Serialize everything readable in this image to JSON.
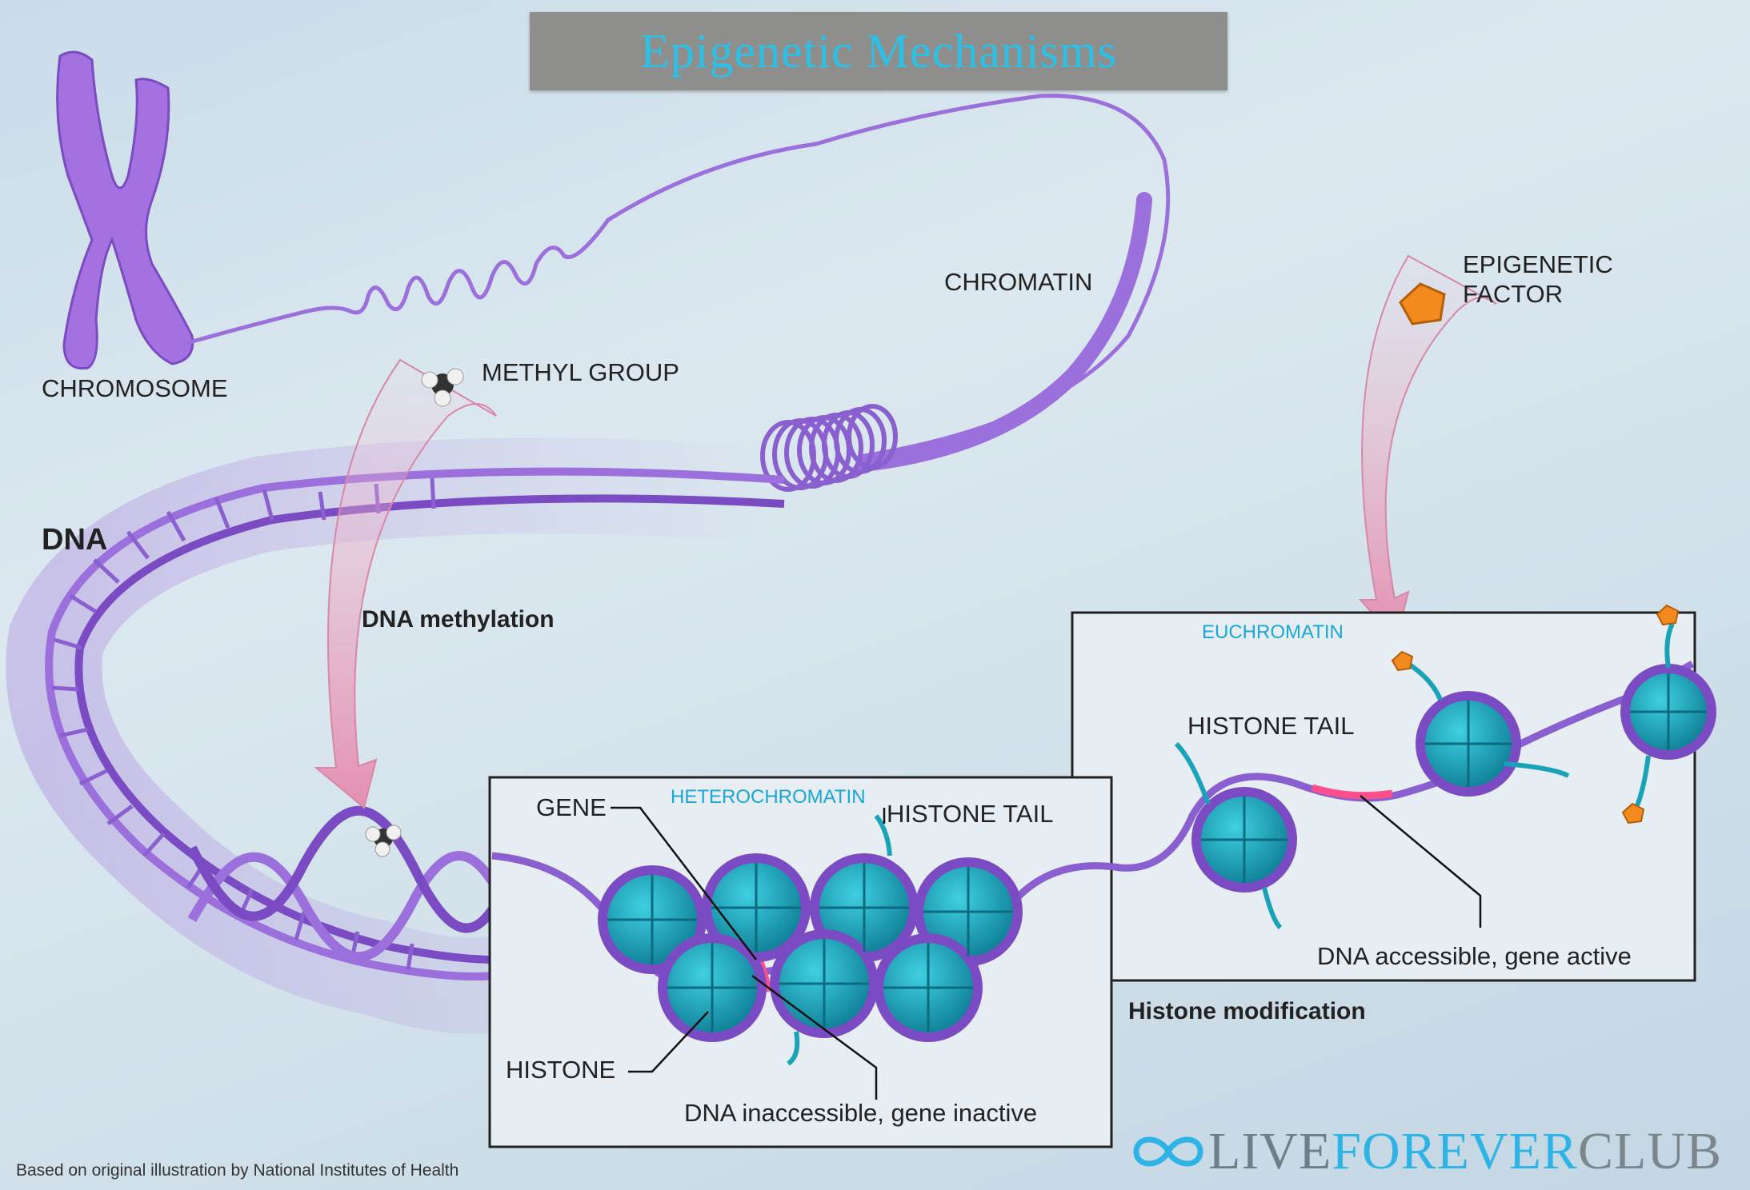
{
  "title": "Epigenetic Mechanisms",
  "labels": {
    "chromosome": "CHROMOSOME",
    "chromatin": "CHROMATIN",
    "methyl_group": "METHYL GROUP",
    "dna": "DNA",
    "dna_methylation": "DNA methylation",
    "epigenetic_factor_line1": "EPIGENETIC",
    "epigenetic_factor_line2": "FACTOR",
    "euchromatin": "EUCHROMATIN",
    "histone_tail_eu": "HISTONE TAIL",
    "dna_accessible": "DNA accessible, gene active",
    "histone_modification": "Histone modification",
    "gene": "GENE",
    "heterochromatin": "HETEROCHROMATIN",
    "histone_tail_hetero": "HISTONE TAIL",
    "histone": "HISTONE",
    "dna_inaccessible": "DNA inaccessible, gene inactive"
  },
  "credit": "Based on original illustration by National Institutes of Health",
  "logo": {
    "part1": "LIVE",
    "part2": "FOREVER",
    "part3": "CLUB"
  },
  "colors": {
    "dna_purple": "#8a5fd0",
    "histone_teal": "#1aa3b8",
    "highlight_cyan": "#1aa6d8",
    "gene_pink": "#ff4f8a",
    "factor_orange": "#f28a1e"
  }
}
